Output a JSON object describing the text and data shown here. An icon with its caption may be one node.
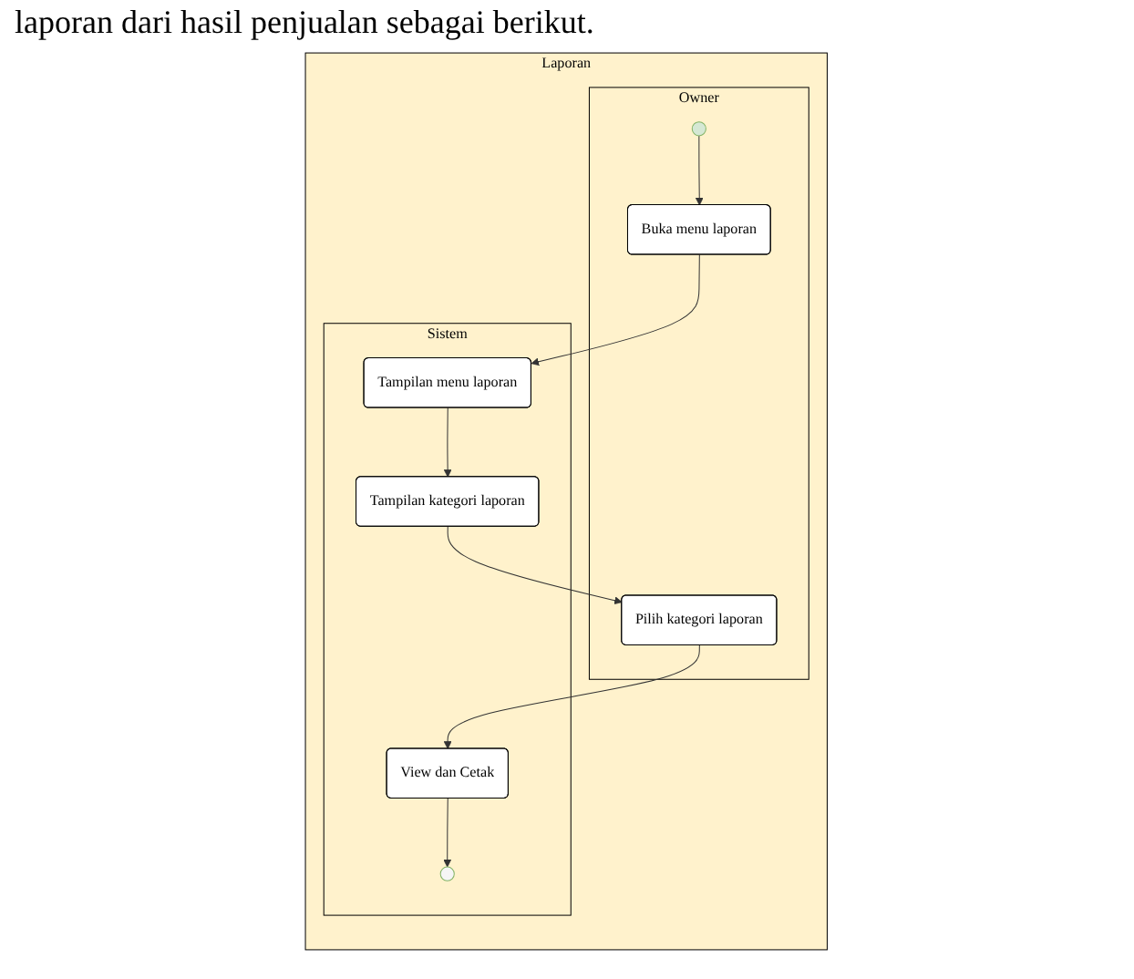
{
  "diagram": {
    "nodes": [
      {
        "text": [
          "Laporan"
        ]
      },
      {
        "text": [
          "Owner"
        ],
        "in": 0
      },
      {
        "text": [
          "Sistem"
        ],
        "in": 0
      },
      {
        "text": [],
        "shape": "circle",
        "in": 1
      },
      {
        "text": [
          "Buka menu laporan"
        ],
        "in": 1
      },
      {
        "text": [
          "Tampilan menu laporan"
        ],
        "in": 2
      },
      {
        "text": [
          "Pilih kategori laporan"
        ],
        "in": 1
      },
      {
        "text": [
          "Tampilan kategori laporan"
        ],
        "in": 2
      },
      {
        "text": [
          "View dan Cetak"
        ],
        "in": 2
      },
      {
        "text": [],
        "shape": "circle",
        "in": 2
      }
    ],
    "edges": [
      {
        "from": 3,
        "to": 4,
        "arrow": "to"
      },
      {
        "from": 4,
        "to": 5,
        "arrow": "to"
      },
      {
        "from": 5,
        "to": 7,
        "arrow": "to"
      },
      {
        "from": 7,
        "to": 6,
        "arrow": "to"
      },
      {
        "from": 6,
        "to": 8,
        "arrow": "to"
      },
      {
        "from": 8,
        "to": 9,
        "arrow": "to"
      }
    ],
    "labels": [
      "laporan dari hasil penjualan sebagai berikut."
    ]
  }
}
